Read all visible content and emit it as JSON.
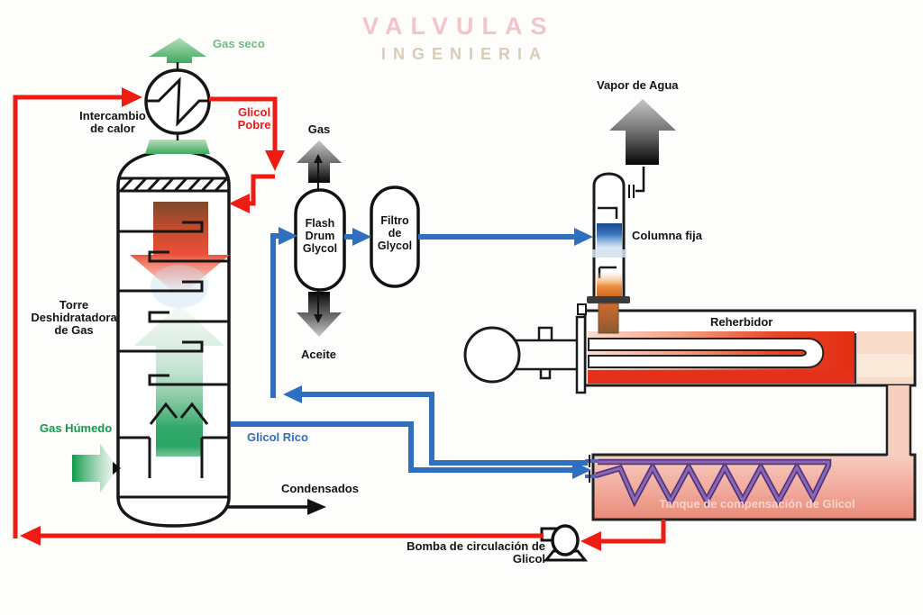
{
  "watermark": {
    "line1": "VALVULAS",
    "line2": "INGENIERIA"
  },
  "labels": {
    "gas_seco": "Gas seco",
    "intercambio": "Intercambio\nde calor",
    "glicol_pobre": "Glicol\nPobre",
    "torre": "Torre\nDeshidratadora\nde Gas",
    "gas_humedo": "Gas Húmedo",
    "glicol_rico": "Glicol Rico",
    "condensados": "Condensados",
    "gas": "Gas",
    "aceite": "Aceite",
    "flash_drum": "Flash\nDrum\nGlycol",
    "filtro": "Filtro\nde\nGlycol",
    "vapor_de_agua": "Vapor de Agua",
    "columna_fija": "Columna fija",
    "reherbidor": "Reherbidor",
    "tanque": "Tanque de compensación de Glicol",
    "bomba": "Bomba de circulación de Glicol"
  },
  "colors": {
    "line_red": "#ee1c12",
    "line_blue": "#2f6fc0",
    "green_dark": "#0e9b4c",
    "green_light": "#6cbc80",
    "coil_purple": "#6b4fa3",
    "tank_fill": "#ee9a89",
    "watermark_pink": "#f2c5c8",
    "watermark_tan": "#d9ccb8",
    "tank_label": "#f8d4cc",
    "label_black": "#141414"
  }
}
